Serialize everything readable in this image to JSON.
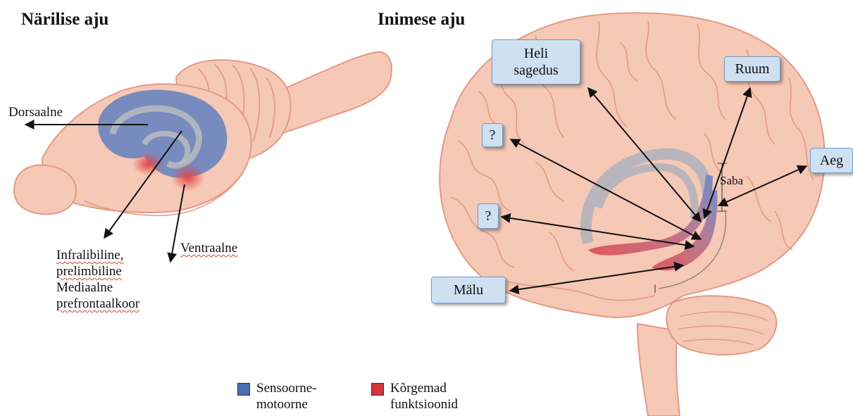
{
  "titles": {
    "rodent": "Närilise aju",
    "human": "Inimese aju"
  },
  "rodent_labels": {
    "dorsal": "Dorsaalne",
    "infralimbic": "Infralibiline,",
    "prelimbic": "prelimbiline",
    "medial": "Mediaalne",
    "prefrontal": "prefrontaalkoor",
    "ventral": "Ventraalne"
  },
  "human_boxes": {
    "heli": [
      "Heli",
      "sagedus"
    ],
    "ruum": "Ruum",
    "aeg": "Aeg",
    "q1": "?",
    "q2": "?",
    "malu": "Mälu"
  },
  "human_labels": {
    "saba": "Saba"
  },
  "legend": [
    {
      "label_1": "Sensoorne-",
      "label_2": "motoorne",
      "color": "#4a6fb0"
    },
    {
      "label_1": "Kõrgemad",
      "label_2": "funktsioonid",
      "color": "#d3343f"
    }
  ],
  "colors": {
    "brain_fill": "#f6c8b6",
    "brain_stroke": "#e29a86",
    "blue": "#5b7ec0",
    "red": "#df4a4f"
  }
}
